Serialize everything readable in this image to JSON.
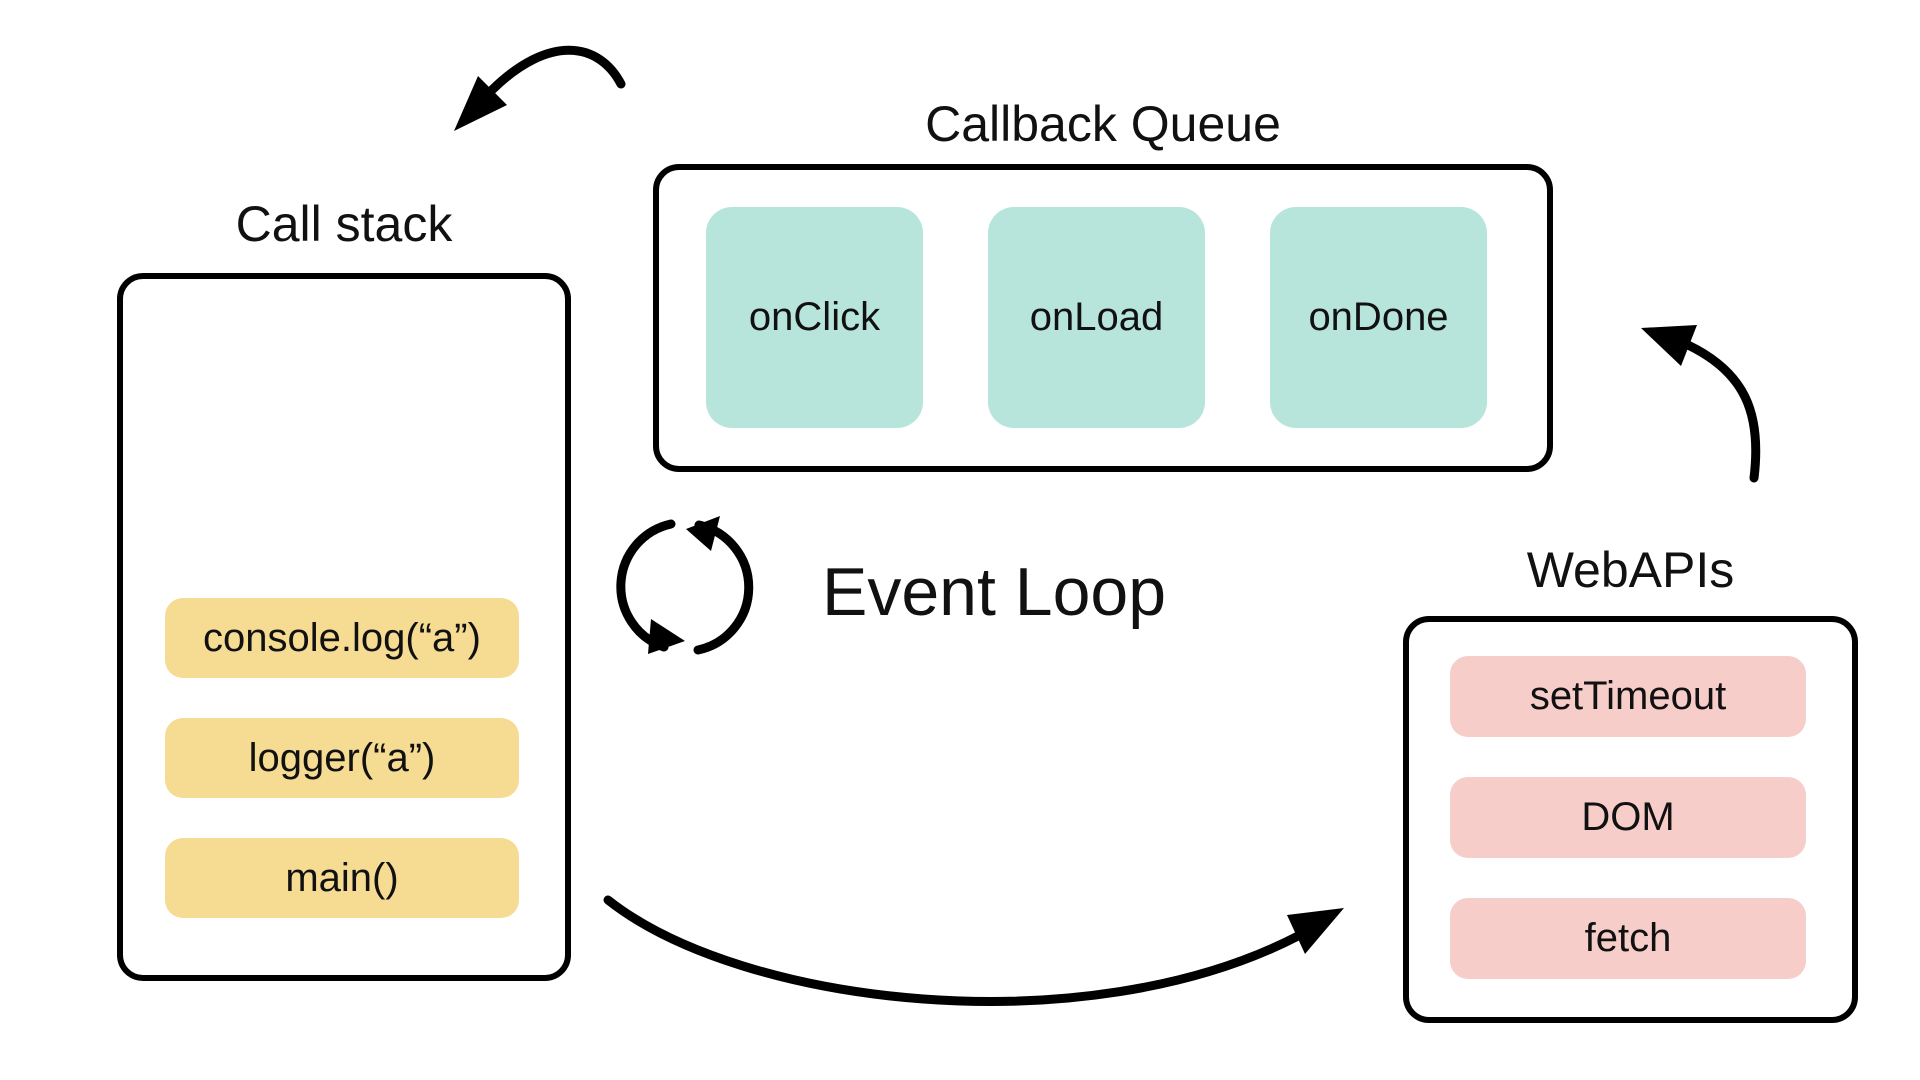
{
  "colors": {
    "background": "#ffffff",
    "outline": "#000000",
    "text": "#111111",
    "stack_frame": "#f6db93",
    "queue_item": "#b7e5db",
    "webapi_item": "#f6cdc9"
  },
  "call_stack": {
    "title": "Call stack",
    "frames": [
      "console.log(“a”)",
      "logger(“a”)",
      "main()"
    ]
  },
  "callback_queue": {
    "title": "Callback Queue",
    "items": [
      "onClick",
      "onLoad",
      "onDone"
    ]
  },
  "web_apis": {
    "title": "WebAPIs",
    "items": [
      "setTimeout",
      "DOM",
      "fetch"
    ]
  },
  "event_loop": {
    "label": "Event Loop"
  }
}
